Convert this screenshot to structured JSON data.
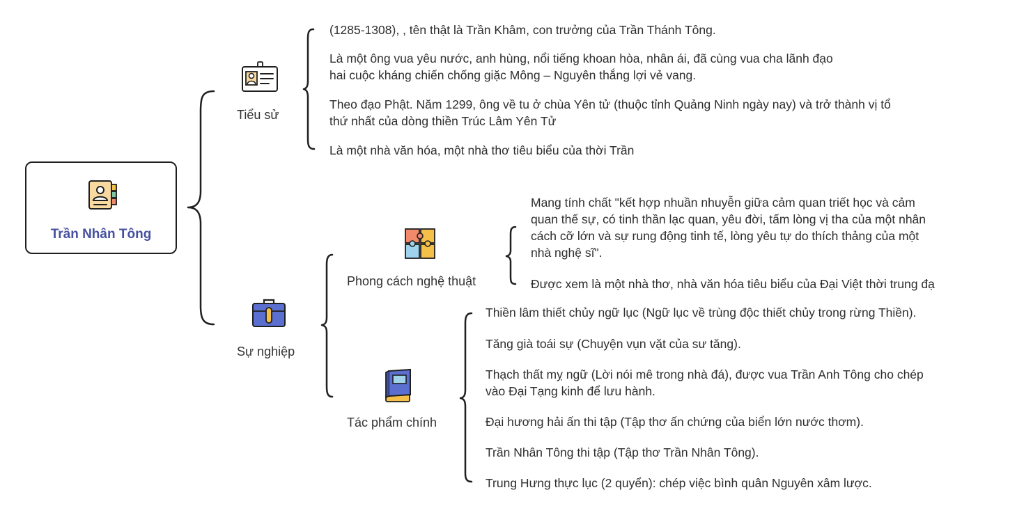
{
  "root": {
    "title": "Trần Nhân Tông",
    "icon": "contact-book-icon"
  },
  "branches": [
    {
      "label": "Tiểu sử",
      "icon": "id-badge-icon",
      "items": [
        [
          "(1285-1308), , tên thật là Trần Khâm, con trưởng của Trần Thánh Tông."
        ],
        [
          "Là một ông vua yêu nước, anh hùng, nổi tiếng khoan hòa, nhân ái, đã cùng vua cha lãnh đạo",
          "hai cuộc kháng chiến chống giặc Mông – Nguyên thắng lợi vẻ vang."
        ],
        [
          "Theo đạo Phật. Năm 1299, ông về tu ở chùa Yên tử (thuộc tỉnh Quảng Ninh ngày nay) và trở thành vị tổ",
          "thứ nhất của dòng thiền Trúc Lâm Yên Tử"
        ],
        [
          "Là một nhà văn hóa, một nhà thơ tiêu biểu của thời Trần"
        ]
      ]
    },
    {
      "label": "Sự nghiệp",
      "icon": "briefcase-icon",
      "children": [
        {
          "label": "Phong cách nghệ thuật",
          "icon": "puzzle-icon",
          "items": [
            [
              "Mang tính chất \"kết hợp nhuần nhuyễn giữa cảm quan triết học và cảm",
              "quan thế sự, có tinh thần lạc quan, yêu đời, tấm lòng vị tha của một nhân",
              "cách cỡ lớn và sự rung động tinh tế, lòng yêu tự do thích thảng của một",
              "nhà nghệ sĩ\"."
            ],
            [
              "Được xem là một nhà thơ, nhà văn hóa tiêu biểu của Đại Việt thời trung đạ"
            ]
          ]
        },
        {
          "label": "Tác phẩm chính",
          "icon": "book-icon",
          "items": [
            [
              "Thiền lâm thiết chủy ngữ lục (Ngữ lục về trùng độc thiết chủy trong rừng Thiền)."
            ],
            [
              "Tăng già toái sự (Chuyện vụn vặt của sư tăng)."
            ],
            [
              "Thạch thất mỵ ngữ (Lời nói mê trong nhà đá), được vua Trần Anh Tông cho chép",
              "vào Đại Tạng kinh để lưu hành."
            ],
            [
              "Đại hương hải ấn thi tập (Tập thơ ấn chứng của biển lớn nước thơm)."
            ],
            [
              "Trần Nhân Tông thi tập (Tập thơ Trần Nhân Tông)."
            ],
            [
              "Trung Hưng thực lục (2 quyển): chép việc bình quân Nguyên xâm lược."
            ]
          ]
        }
      ]
    }
  ],
  "colors": {
    "title": "#4650a0",
    "line": "#1f1f1f",
    "accent_yellow": "#f5c04a",
    "accent_blue": "#5b6fd0"
  }
}
